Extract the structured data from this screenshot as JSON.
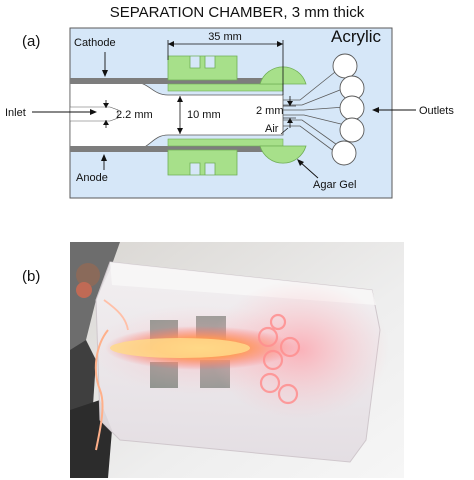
{
  "title": "SEPARATION CHAMBER, 3 mm thick",
  "panel_a": {
    "label": "(a)",
    "material": "Acrylic",
    "cathode": "Cathode",
    "anode": "Anode",
    "inlet": "Inlet",
    "outlets": "Outlets",
    "air": "Air",
    "agar_gel": "Agar Gel",
    "dim_35": "35 mm",
    "dim_10": "10 mm",
    "dim_2_2": "2.2 mm",
    "dim_2": "2 mm"
  },
  "panel_b": {
    "label": "(b)"
  },
  "colors": {
    "acrylic": "#d6e7f8",
    "outline": "#5a5a5a",
    "agar": "#a7e08a",
    "agar_edge": "#6fae55",
    "electrode": "#7d7d7d",
    "glow": "#ff8a4a",
    "photo_bg": "#ececec"
  }
}
